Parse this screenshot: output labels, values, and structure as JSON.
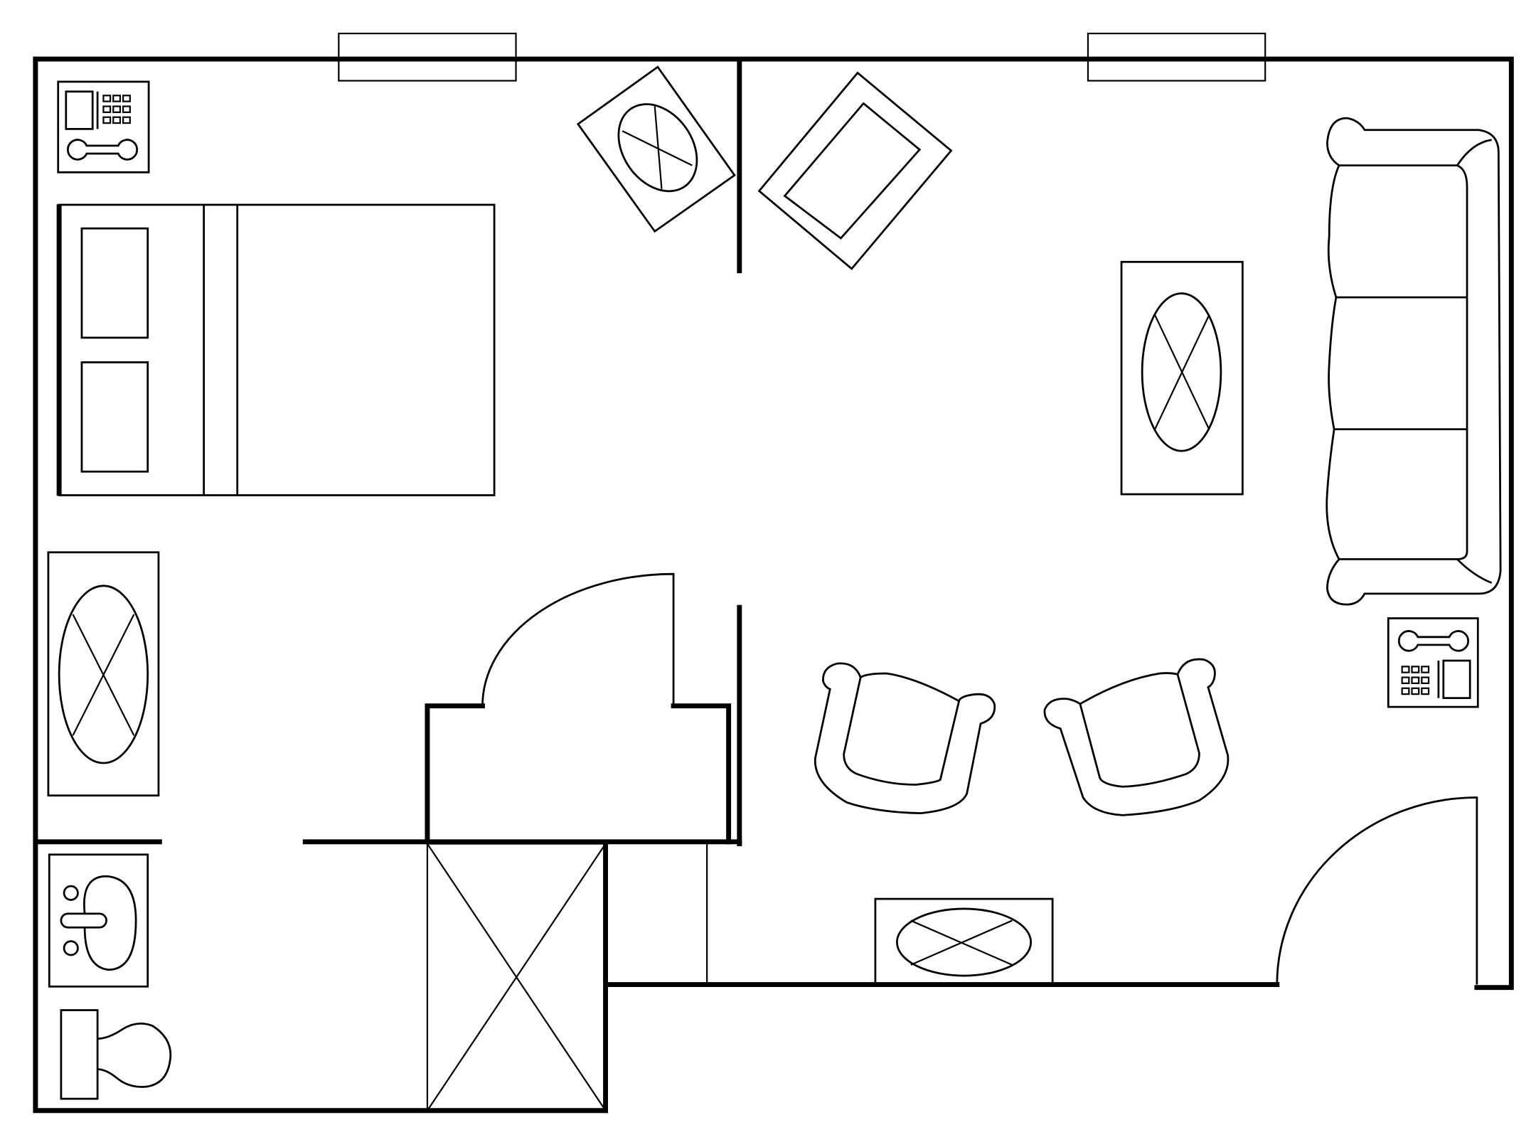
{
  "diagram": {
    "type": "floor-plan",
    "colors": {
      "background": "#ffffff",
      "line": "#000000"
    },
    "rooms": [
      "bedroom",
      "living-room",
      "bathroom",
      "closet",
      "shower"
    ],
    "fixtures": [
      "bed",
      "pillows",
      "telephone",
      "telephone",
      "lamp-table",
      "television",
      "coffee-table",
      "sofa",
      "armchair",
      "armchair",
      "side-table",
      "end-table",
      "sink",
      "toilet",
      "window",
      "window",
      "entry-door",
      "closet-door"
    ]
  }
}
